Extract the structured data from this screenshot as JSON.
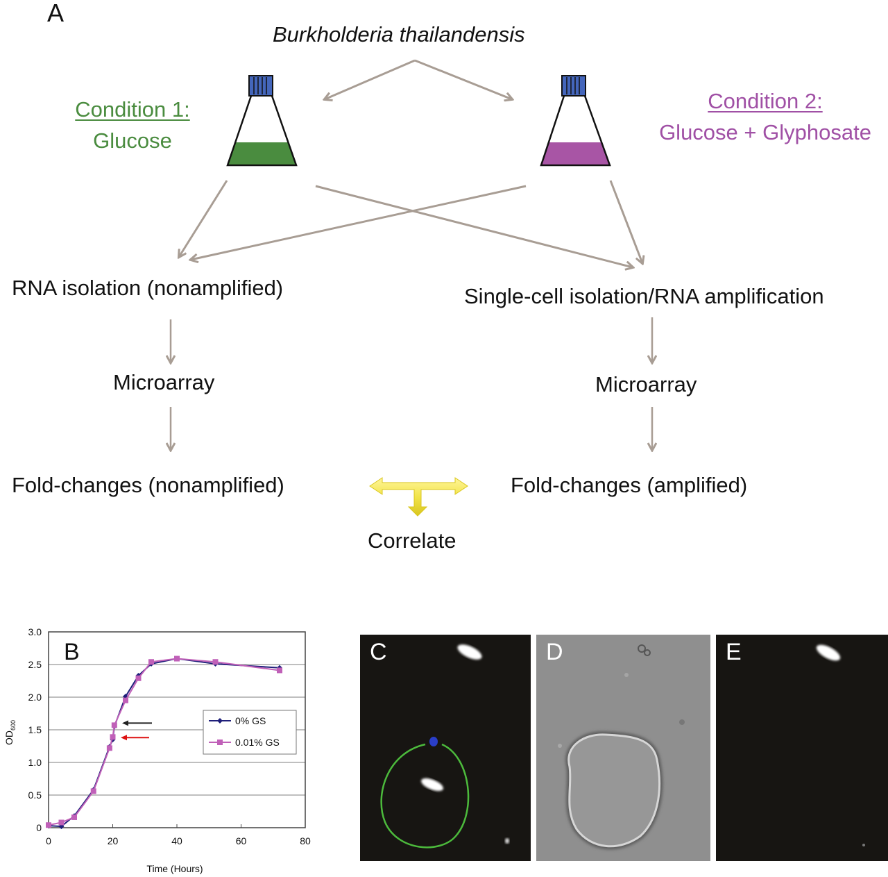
{
  "panel_a": {
    "letter": "A",
    "organism": "Burkholderia thailandensis",
    "condition1": {
      "title": "Condition 1:",
      "subtitle": "Glucose",
      "color": "#4a8c3f"
    },
    "condition2": {
      "title": "Condition 2:",
      "subtitle": "Glucose + Glyphosate",
      "color": "#a050a5"
    },
    "flask_cap_color": "#4466bb",
    "arrow_color": "#a89d94",
    "left_column": [
      "RNA isolation (nonamplified)",
      "Microarray",
      "Fold-changes (nonamplified)"
    ],
    "right_column": [
      "Single-cell isolation/RNA amplification",
      "Microarray",
      "Fold-changes (amplified)"
    ],
    "correlate_label": "Correlate",
    "correlate_arrow_color": "#f2e44a"
  },
  "panel_b": {
    "letter": "B",
    "arrows": [
      {
        "name": "black-arrow",
        "color": "#222222",
        "points_to_x": 20,
        "points_to_y": 1.57
      },
      {
        "name": "red-arrow",
        "color": "#dd1111",
        "points_to_x": 20,
        "points_to_y": 1.38
      }
    ]
  },
  "chart_data": {
    "type": "line",
    "title": "",
    "xlabel": "Time (Hours)",
    "ylabel": "OD",
    "ylabel_subscript": "600",
    "xlim": [
      0,
      80
    ],
    "ylim": [
      0,
      3.0
    ],
    "xticks": [
      "0",
      "20",
      "40",
      "60",
      "80"
    ],
    "yticks": [
      "0",
      "0.5",
      "1.0",
      "1.5",
      "2.0",
      "2.5",
      "3.0"
    ],
    "grid": "horizontal",
    "legend_position": "center-right",
    "series": [
      {
        "name": "0% GS",
        "color": "#1f1f7a",
        "marker": "diamond",
        "x": [
          0,
          4,
          8,
          14,
          19,
          20,
          20.5,
          24,
          28,
          32,
          40,
          52,
          72
        ],
        "y": [
          0.03,
          0.02,
          0.18,
          0.58,
          1.24,
          1.35,
          1.55,
          2.01,
          2.33,
          2.51,
          2.59,
          2.51,
          2.45
        ]
      },
      {
        "name": "0.01% GS",
        "color": "#c060b8",
        "marker": "square",
        "x": [
          0,
          4,
          8,
          14,
          19,
          20,
          20.5,
          24,
          28,
          32,
          40,
          52,
          72
        ],
        "y": [
          0.04,
          0.08,
          0.16,
          0.56,
          1.22,
          1.39,
          1.57,
          1.95,
          2.29,
          2.54,
          2.59,
          2.54,
          2.41
        ]
      }
    ]
  },
  "micrographs": [
    {
      "letter": "C",
      "type": "fluorescence"
    },
    {
      "letter": "D",
      "type": "brightfield"
    },
    {
      "letter": "E",
      "type": "fluorescence"
    }
  ]
}
